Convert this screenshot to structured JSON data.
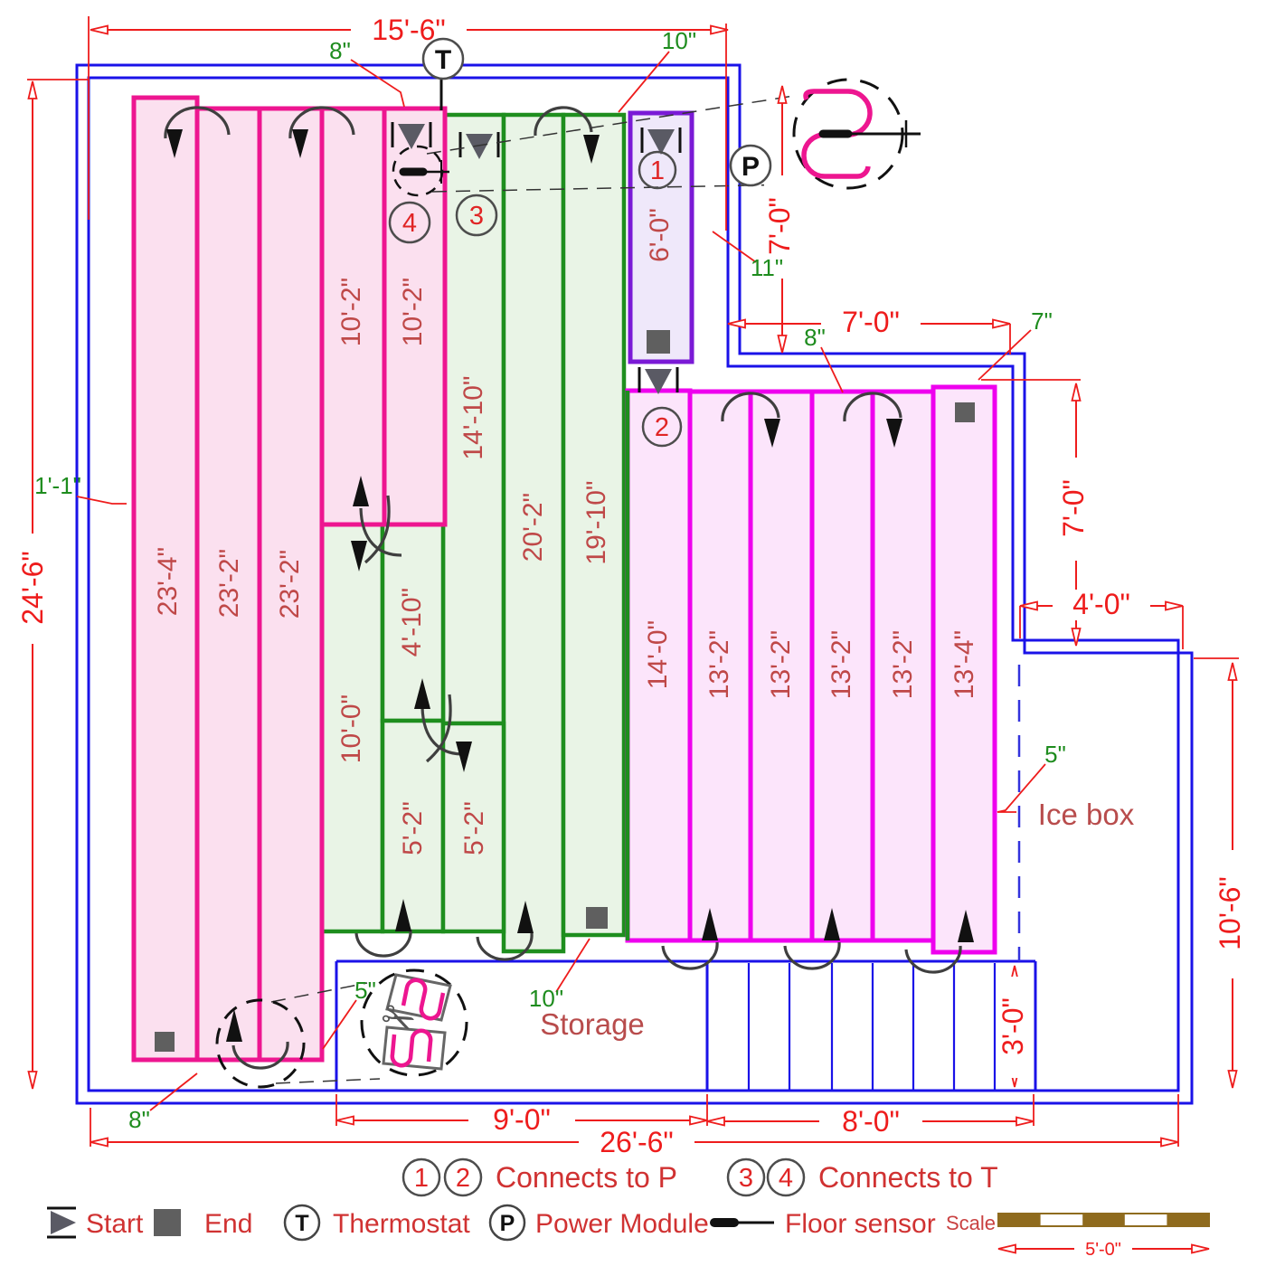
{
  "colors": {
    "wall_blue": "#1a12e8",
    "dimension_red": "#ee1c1c",
    "offset_green": "#1e8c1e",
    "run_label_red": "#bf4848",
    "pink_mat": "#ed1690",
    "green_mat": "#1e8e1e",
    "purple_mat": "#7a1ad6",
    "magenta_mat": "#ee00ee",
    "symbol_gray": "#5a5a64",
    "scale_brown": "#8f6b1e"
  },
  "plan": {
    "rooms": {
      "ice_box": "Ice box",
      "storage": "Storage"
    },
    "markers": {
      "thermostat": "T",
      "power": "P",
      "n1": "1",
      "n2": "2",
      "n3": "3",
      "n4": "4"
    },
    "dimensions": {
      "top_width": "15'-6\"",
      "left_height": "24'-6\"",
      "upper_right_drop": "7'-0\"",
      "step_width": "7'-0\"",
      "right_drop": "7'-0\"",
      "notch_width": "4'-0\"",
      "right_lower_height": "10'-6\"",
      "stairs_depth": "3'-0\"",
      "storage_width": "9'-0\"",
      "stairs_width": "8'-0\"",
      "bottom_width": "26'-6\""
    },
    "offsets": {
      "top_left": "8\"",
      "top_right": "10\"",
      "purple_side": "11\"",
      "mat_top": "8\"",
      "mat_right": "7\"",
      "ice_side": "5\"",
      "left_wall": "1'-1\"",
      "bottom_left": "8\"",
      "bottom_mid": "5\"",
      "bottom_green": "10\""
    },
    "runs": {
      "pink": [
        "23'-4\"",
        "23'-2\"",
        "23'-2\"",
        "10'-2\"",
        "10'-2\""
      ],
      "green": [
        "14'-10\"",
        "20'-2\"",
        "19'-10\"",
        "4'-10\"",
        "10'-0\"",
        "5'-2\"",
        "5'-2\""
      ],
      "purple": [
        "6'-0\""
      ],
      "magenta": [
        "14'-0\"",
        "13'-2\"",
        "13'-2\"",
        "13'-2\"",
        "13'-2\"",
        "13'-4\""
      ]
    }
  },
  "legend": {
    "connects_p": "Connects to P",
    "connects_t": "Connects to T",
    "start": "Start",
    "end": "End",
    "thermostat": "Thermostat",
    "power_module": "Power Module",
    "floor_sensor": "Floor sensor",
    "scale_label": "Scale",
    "scale_length": "5'-0\""
  }
}
